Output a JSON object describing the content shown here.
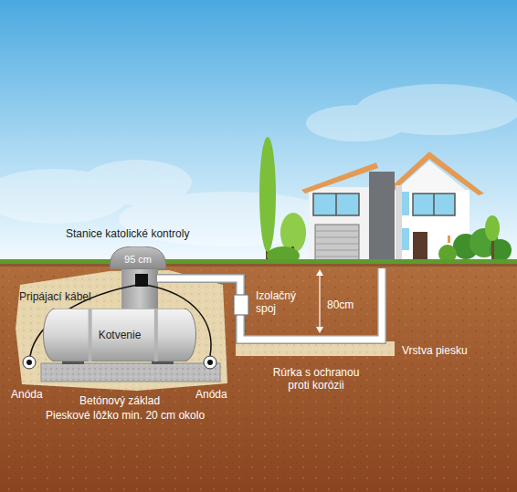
{
  "diagram": {
    "nodes": [
      {
        "text": [
          "95 cm"
        ]
      },
      {
        "text": [
          "Kotvenie"
        ]
      }
    ],
    "labels": [
      "Stanice katolické kontroly",
      "Pripájací kábel",
      "Izolačný spoj",
      "80cm",
      "Vrstva piesku",
      "Rúrka s ochranou proti korózii",
      "Anóda",
      "Betónový základ",
      "Anóda",
      "Pieskové lôžko min. 20 cm okolo"
    ]
  }
}
